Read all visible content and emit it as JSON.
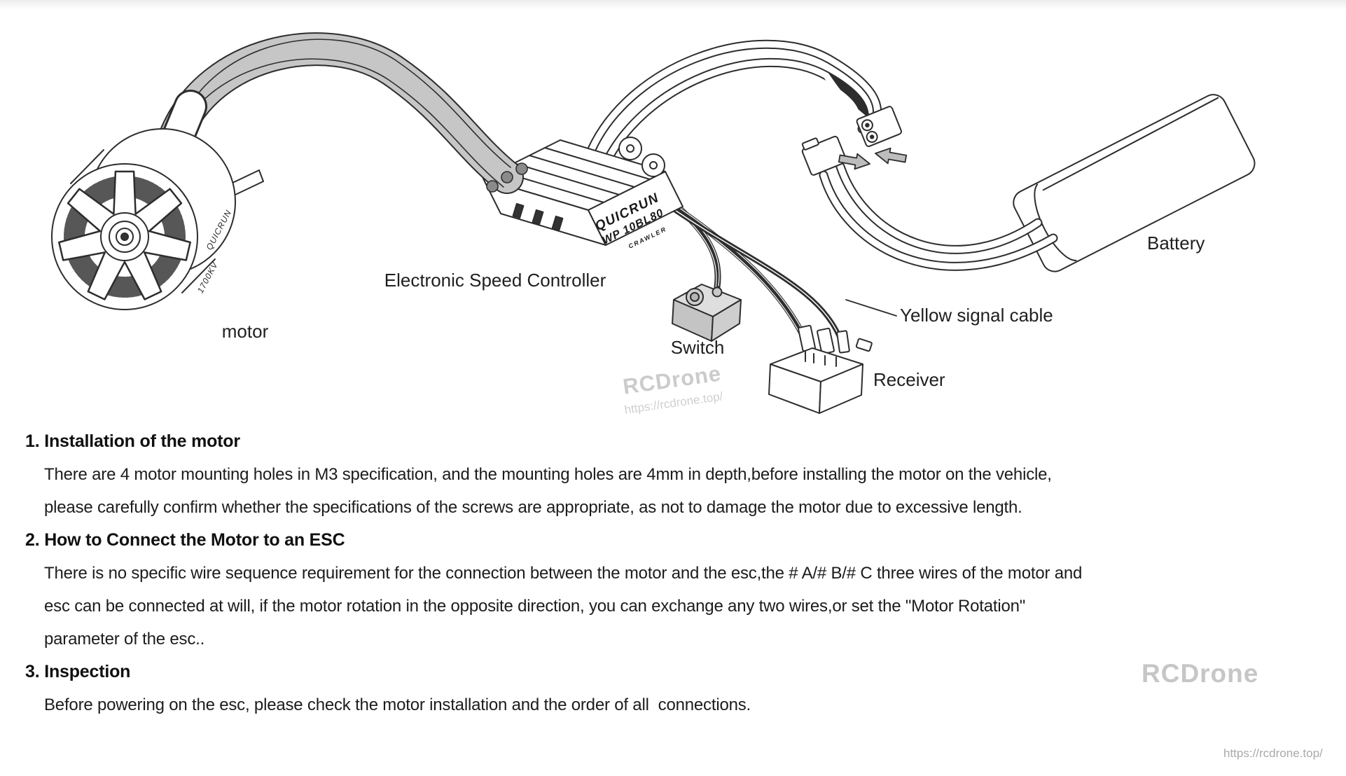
{
  "colors": {
    "ink": "#2d2d2d",
    "text": "#1c1c1c",
    "wire_gray": "#c6c6c6",
    "component_gray": "#c9c9c9",
    "watermark_gray": "#cbcbcb"
  },
  "diagram": {
    "labels": {
      "motor": "motor",
      "esc": "Electronic Speed Controller",
      "switch": "Switch",
      "receiver": "Receiver",
      "battery": "Battery",
      "yellow_signal_cable": "Yellow signal cable"
    },
    "esc_markings": {
      "brand": "QUICRUN",
      "model": "WP 10BL80",
      "series": "CRAWLER"
    },
    "motor_markings": {
      "brand": "QUICRUN",
      "kv": "1700KV"
    },
    "watermark": {
      "name": "RCDrone",
      "url": "https://rcdrone.top/"
    }
  },
  "instructions": {
    "sections": [
      {
        "heading": "1. Installation of the motor",
        "lines": [
          "There are 4 motor mounting holes in M3 specification, and the mounting holes are 4mm in depth,before installing the motor on the vehicle,",
          "please carefully confirm whether the specifications of the screws are appropriate, as not to damage the motor due to excessive length."
        ]
      },
      {
        "heading": "2. How to Connect the Motor to an ESC",
        "lines": [
          "There is no specific wire sequence requirement for the connection between the motor and the esc,the # A/# B/# C three wires of the motor and",
          "esc can be connected at will, if the motor rotation in the opposite direction, you can exchange any two wires,or set the \"Motor Rotation\"",
          "parameter of the esc.."
        ]
      },
      {
        "heading": "3. Inspection",
        "lines": [
          "Before powering on the esc, please check the motor installation and the order of all  connections."
        ]
      }
    ]
  },
  "footer_watermark": {
    "name": "RCDrone",
    "url": "https://rcdrone.top/"
  }
}
